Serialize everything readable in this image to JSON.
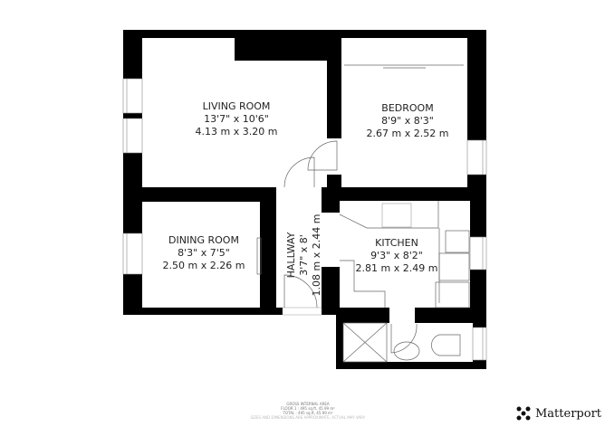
{
  "rooms": {
    "living": {
      "name": "LIVING ROOM",
      "imperial": "13'7\" x 10'6\"",
      "metric": "4.13 m x 3.20 m"
    },
    "bedroom": {
      "name": "BEDROOM",
      "imperial": "8'9\" x 8'3\"",
      "metric": "2.67 m x 2.52 m"
    },
    "dining": {
      "name": "DINING ROOM",
      "imperial": "8'3\" x 7'5\"",
      "metric": "2.50 m x 2.26 m"
    },
    "hallway": {
      "name": "HALLWAY",
      "imperial": "3'7\" x 8'",
      "metric": "1.08 m x 2.44 m"
    },
    "kitchen": {
      "name": "KITCHEN",
      "imperial": "9'3\" x 8'2\"",
      "metric": "2.81 m x 2.49 m"
    }
  },
  "footer": {
    "title": "GROSS INTERNAL AREA",
    "floor": "FLOOR 1 : 495 sq.ft, 45.99 m²",
    "total": "TOTAL : 495 sq.ft, 45.99 m²",
    "disclaimer": "SIZES AND DIMENSIONS ARE APPROXIMATE, ACTUAL MAY VARY."
  },
  "brand": {
    "name": "Matterport",
    "logo_icon": "matterport-logo-icon"
  },
  "colors": {
    "wall": "#000000",
    "floor": "#ffffff",
    "fixture": "#999999"
  }
}
